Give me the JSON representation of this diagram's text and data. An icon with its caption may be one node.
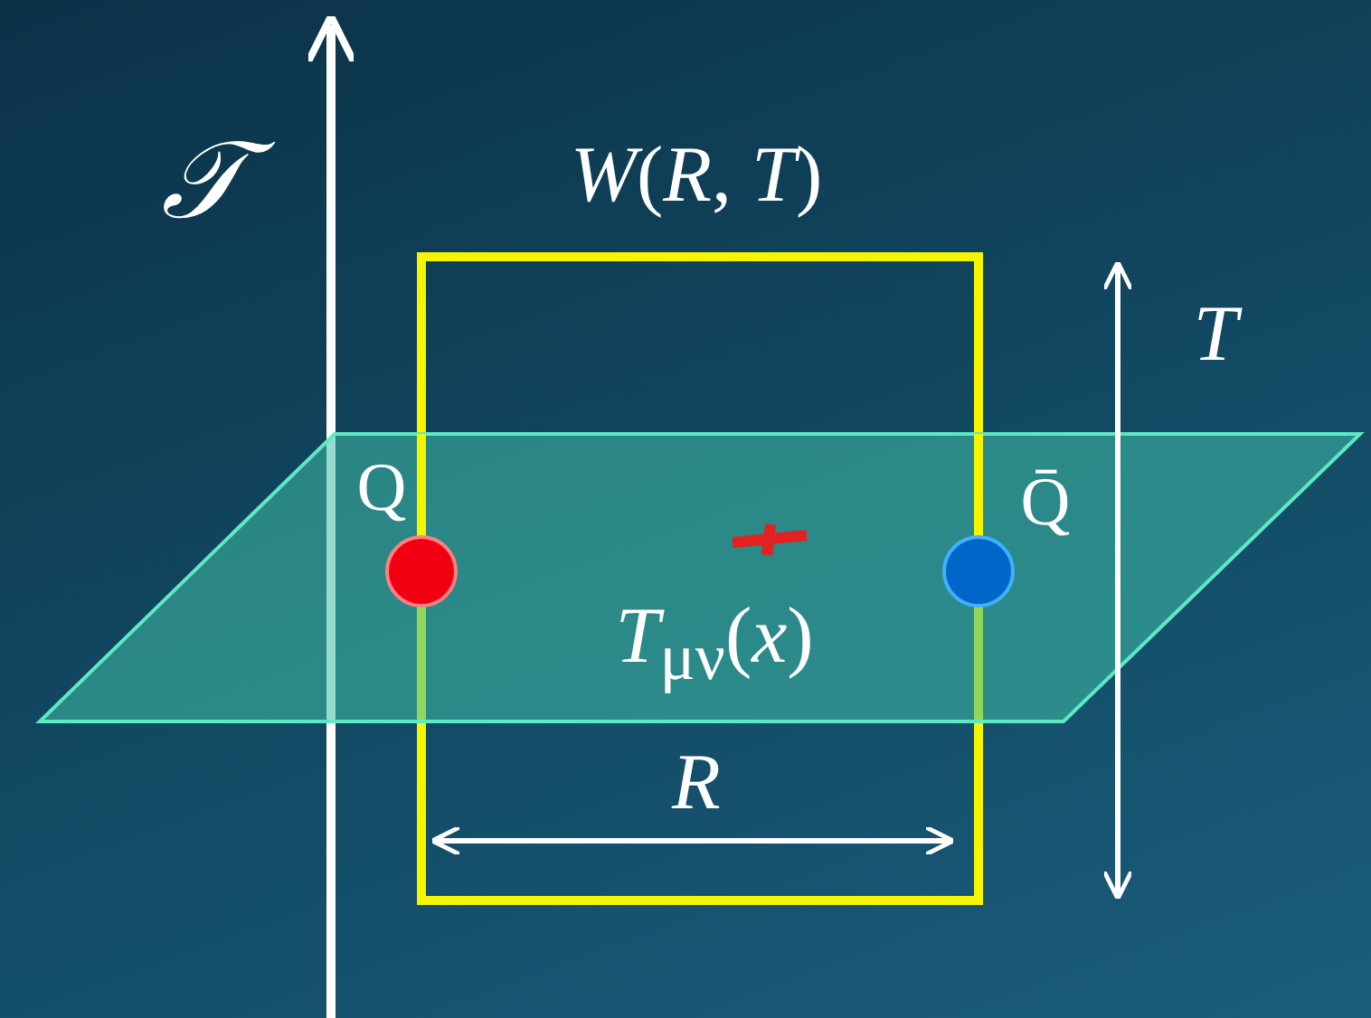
{
  "diagram": {
    "labels": [
      "𝒯",
      "*W*(*R*, *T*)",
      "T",
      "Q",
      "Q̄",
      "*T*$_{μν}$(*x*)",
      "R"
    ]
  }
}
